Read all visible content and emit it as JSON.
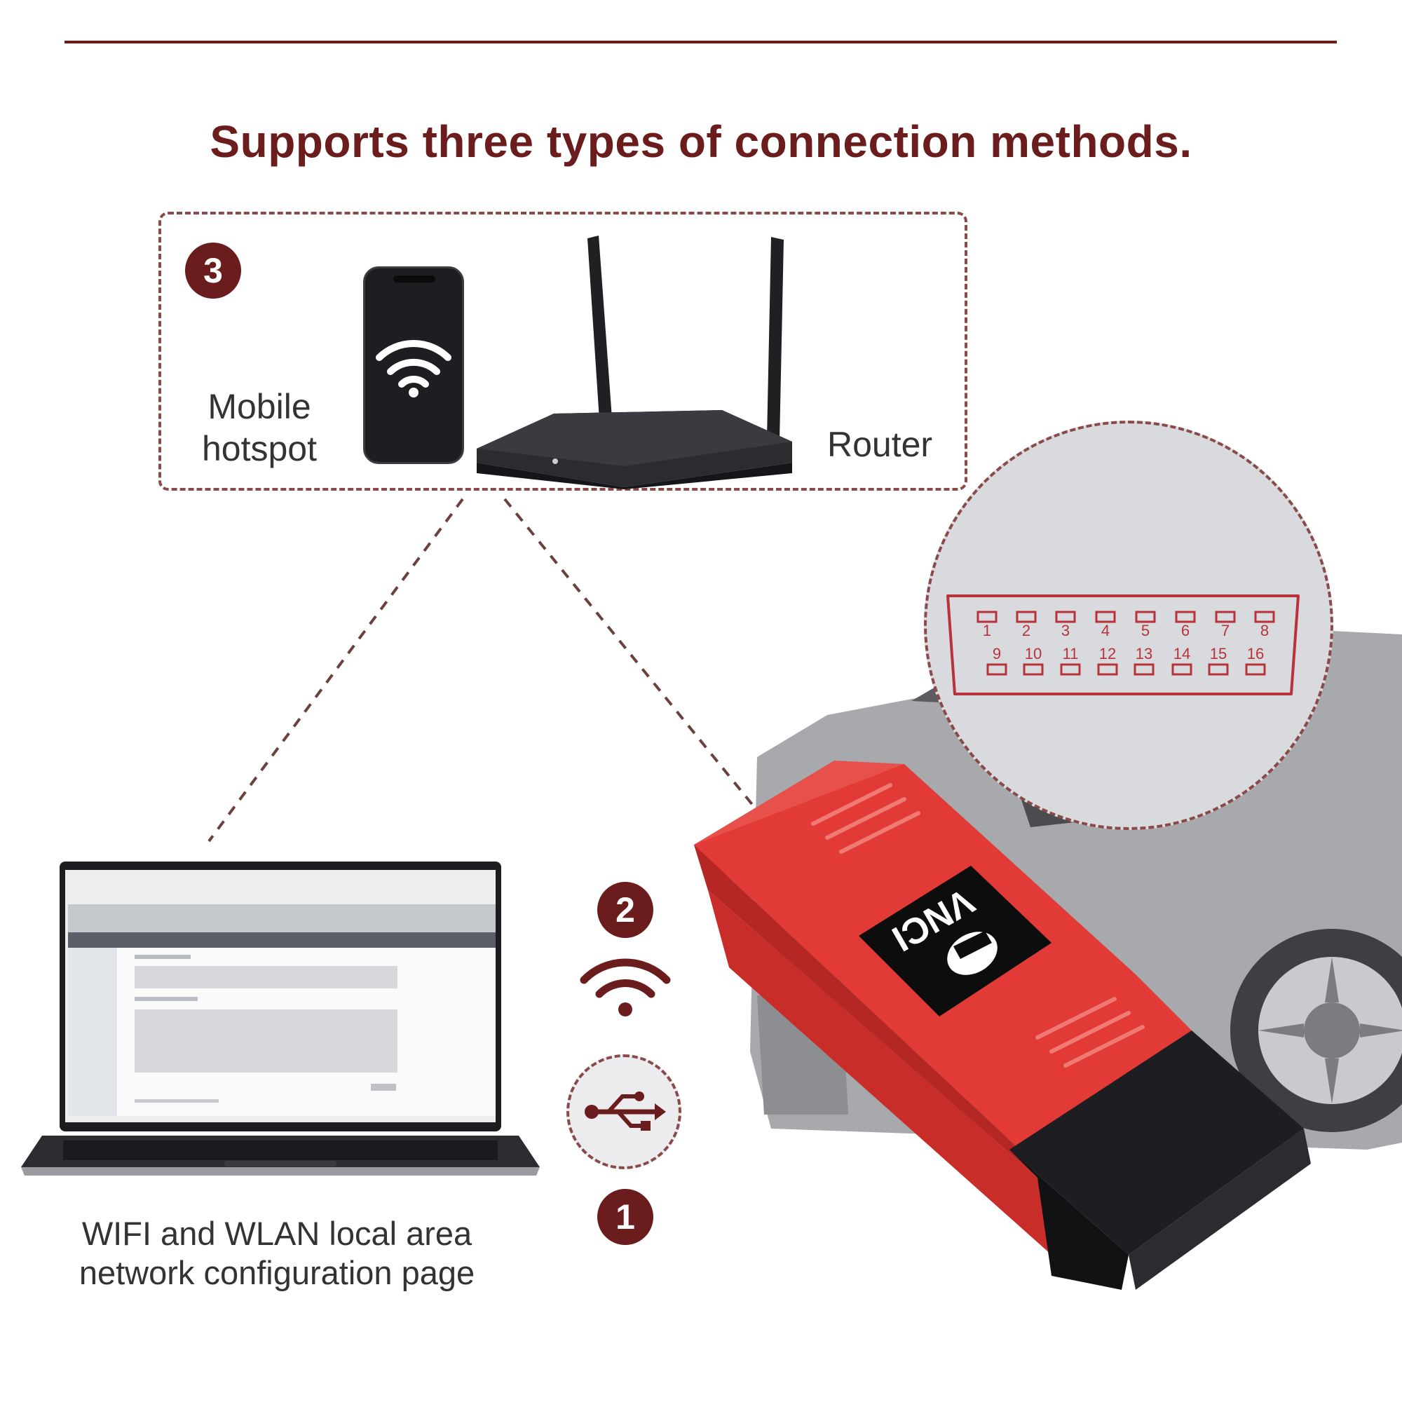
{
  "headline": "Supports three types of connection methods.",
  "option3": {
    "number": "3",
    "mobile_label": "Mobile hotspot",
    "router_label": "Router"
  },
  "option2": {
    "number": "2"
  },
  "option1": {
    "number": "1"
  },
  "laptop": {
    "caption": "WIFI and WLAN local area network configuration page"
  },
  "obd_port": {
    "top_pins": [
      "1",
      "2",
      "3",
      "4",
      "5",
      "6",
      "7",
      "8"
    ],
    "bottom_pins": [
      "9",
      "10",
      "11",
      "12",
      "13",
      "14",
      "15",
      "16"
    ]
  },
  "device": {
    "brand": "VNCI"
  },
  "icons": [
    "wifi-icon",
    "usb-icon",
    "phone-wifi-icon"
  ],
  "colors": {
    "accent": "#6b1d1d",
    "dongle_red": "#e23a36"
  }
}
